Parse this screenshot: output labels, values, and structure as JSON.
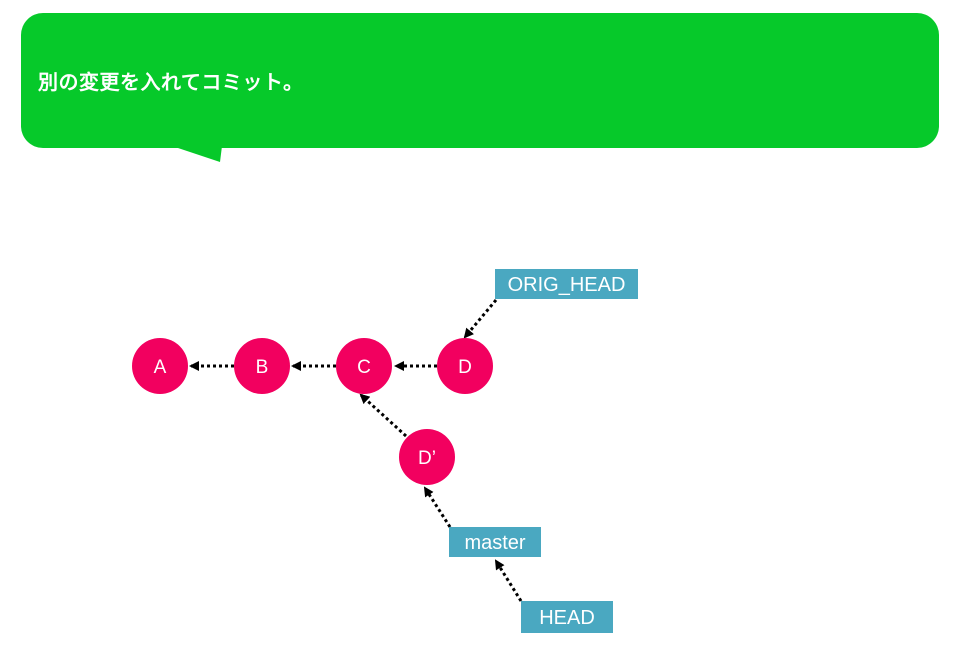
{
  "callout": {
    "text": "別の変更を入れてコミット。"
  },
  "commits": [
    {
      "id": "A",
      "label": "A"
    },
    {
      "id": "B",
      "label": "B"
    },
    {
      "id": "C",
      "label": "C"
    },
    {
      "id": "D",
      "label": "D"
    },
    {
      "id": "Dp",
      "label": "D’"
    }
  ],
  "refs": [
    {
      "id": "orig_head",
      "label": "ORIG_HEAD"
    },
    {
      "id": "master",
      "label": "master"
    },
    {
      "id": "head",
      "label": "HEAD"
    }
  ],
  "edges": [
    {
      "from": "B",
      "to": "A"
    },
    {
      "from": "C",
      "to": "B"
    },
    {
      "from": "D",
      "to": "C"
    },
    {
      "from": "Dp",
      "to": "C"
    },
    {
      "from": "orig_head",
      "to": "D"
    },
    {
      "from": "master",
      "to": "Dp"
    },
    {
      "from": "head",
      "to": "master"
    }
  ],
  "colors": {
    "callout": "#06c92a",
    "commit": "#f2005f",
    "ref": "#4aa8c1",
    "edge": "#000000",
    "text": "#ffffff"
  }
}
